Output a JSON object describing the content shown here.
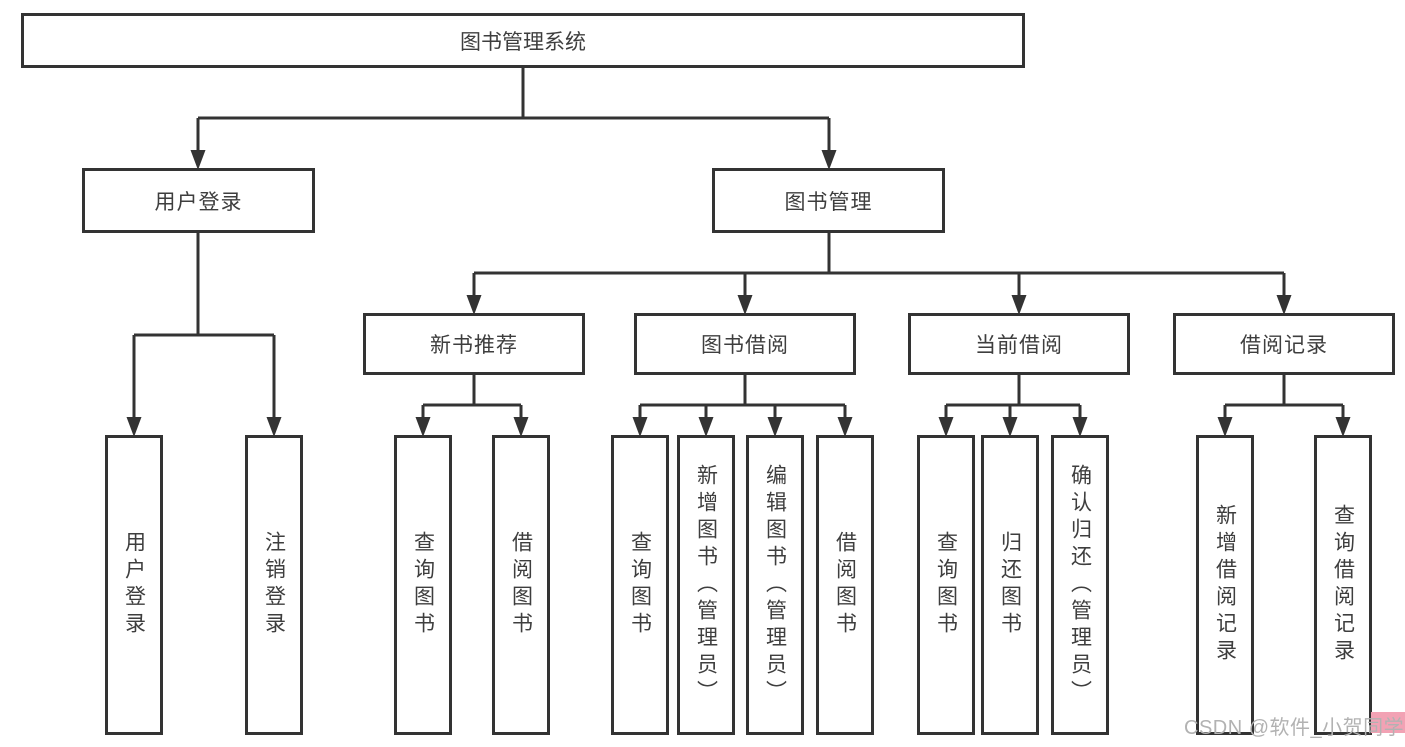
{
  "root_label": "图书管理系统",
  "level2": {
    "login": "用户登录",
    "manage": "图书管理"
  },
  "level3": {
    "recommend": "新书推荐",
    "borrow": "图书借阅",
    "current": "当前借阅",
    "records": "借阅记录"
  },
  "leaves": {
    "login": [
      "用户登录",
      "注销登录"
    ],
    "recommend": [
      "查询图书",
      "借阅图书"
    ],
    "borrow": [
      "查询图书",
      "新增图书（管理员）",
      "编辑图书（管理员）",
      "借阅图书"
    ],
    "current": [
      "查询图书",
      "归还图书",
      "确认归还（管理员）"
    ],
    "records": [
      "新增借阅记录",
      "查询借阅记录"
    ]
  },
  "watermark": {
    "text": "CSDN @软件_小贺同学"
  },
  "colors": {
    "line": "#333333",
    "text": "#3e3e3e",
    "background": "#ffffff",
    "watermark_text": "#b2b2b2",
    "watermark_accent": "#f2a2b4"
  }
}
